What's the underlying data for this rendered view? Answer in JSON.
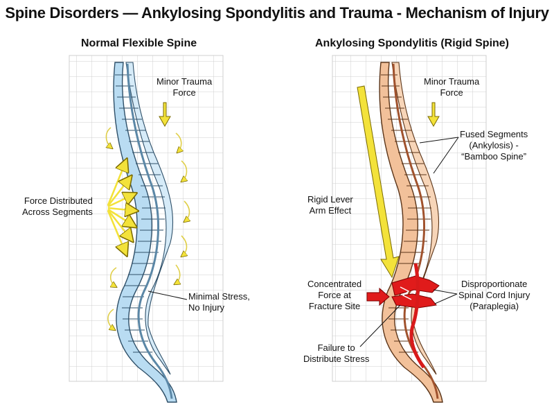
{
  "title": "Spine Disorders — Ankylosing Spondylitis and Trauma - Mechanism of Injury",
  "panels": {
    "left": {
      "title": "Normal Flexible Spine",
      "minor_trauma": [
        "Minor Trauma",
        "Force"
      ],
      "force_distributed": [
        "Force Distributed",
        "Across Segments"
      ],
      "minimal_stress": [
        "Minimal Stress,",
        "No Injury"
      ]
    },
    "right": {
      "title": "Ankylosing Spondylitis (Rigid Spine)",
      "minor_trauma": [
        "Minor Trauma",
        "Force"
      ],
      "fused_segments": [
        "Fused Segments",
        "(Ankylosis) -",
        "“Bamboo Spine”"
      ],
      "rigid_lever": [
        "Rigid Lever",
        "Arm Effect"
      ],
      "concentrated_force": [
        "Concentrated",
        "Force at",
        "Fracture Site"
      ],
      "cord_injury": [
        "Disproportionate",
        "Spinal Cord Injury",
        "(Paraplegia)"
      ],
      "failure": [
        "Failure to",
        "Distribute Stress"
      ]
    }
  },
  "colors": {
    "normal_spine": "#b9dcf2",
    "normal_outline": "#2e4f68",
    "rigid_spine": "#f2c19a",
    "rigid_outline": "#5a3418",
    "fracture": "#e01b1b",
    "force_arrow": "#f3e23a",
    "grid": "#cfcfcf"
  }
}
